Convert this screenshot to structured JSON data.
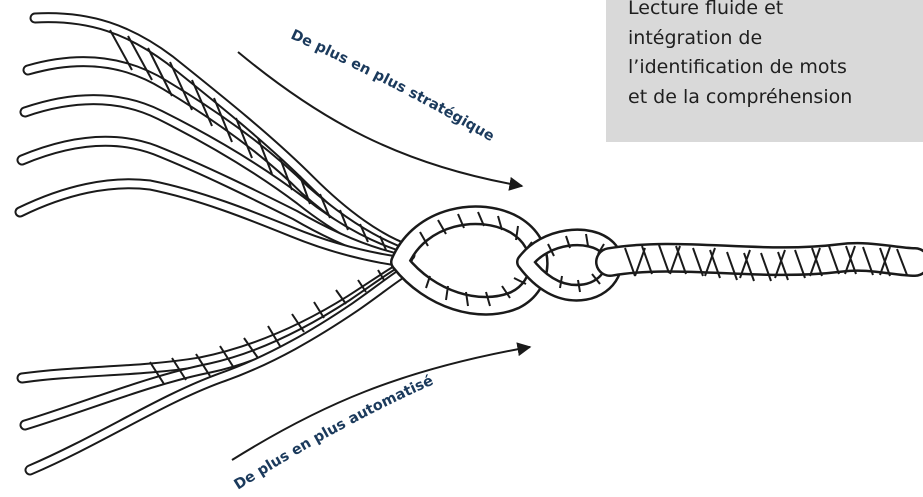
{
  "labels": {
    "top_arrow": "De plus en plus stratégique",
    "bottom_arrow": "De plus en plus automatisé"
  },
  "info_box": {
    "lines": [
      "Lecture fluide et",
      "intégration de",
      "l’identification de mots",
      "et de la compréhension"
    ],
    "background": "#d9d9d9"
  },
  "colors": {
    "label_text": "#1b3a5c",
    "arrow": "#1a1a1a",
    "rope_outline": "#1a1a1a",
    "rope_fill": "#ffffff"
  }
}
